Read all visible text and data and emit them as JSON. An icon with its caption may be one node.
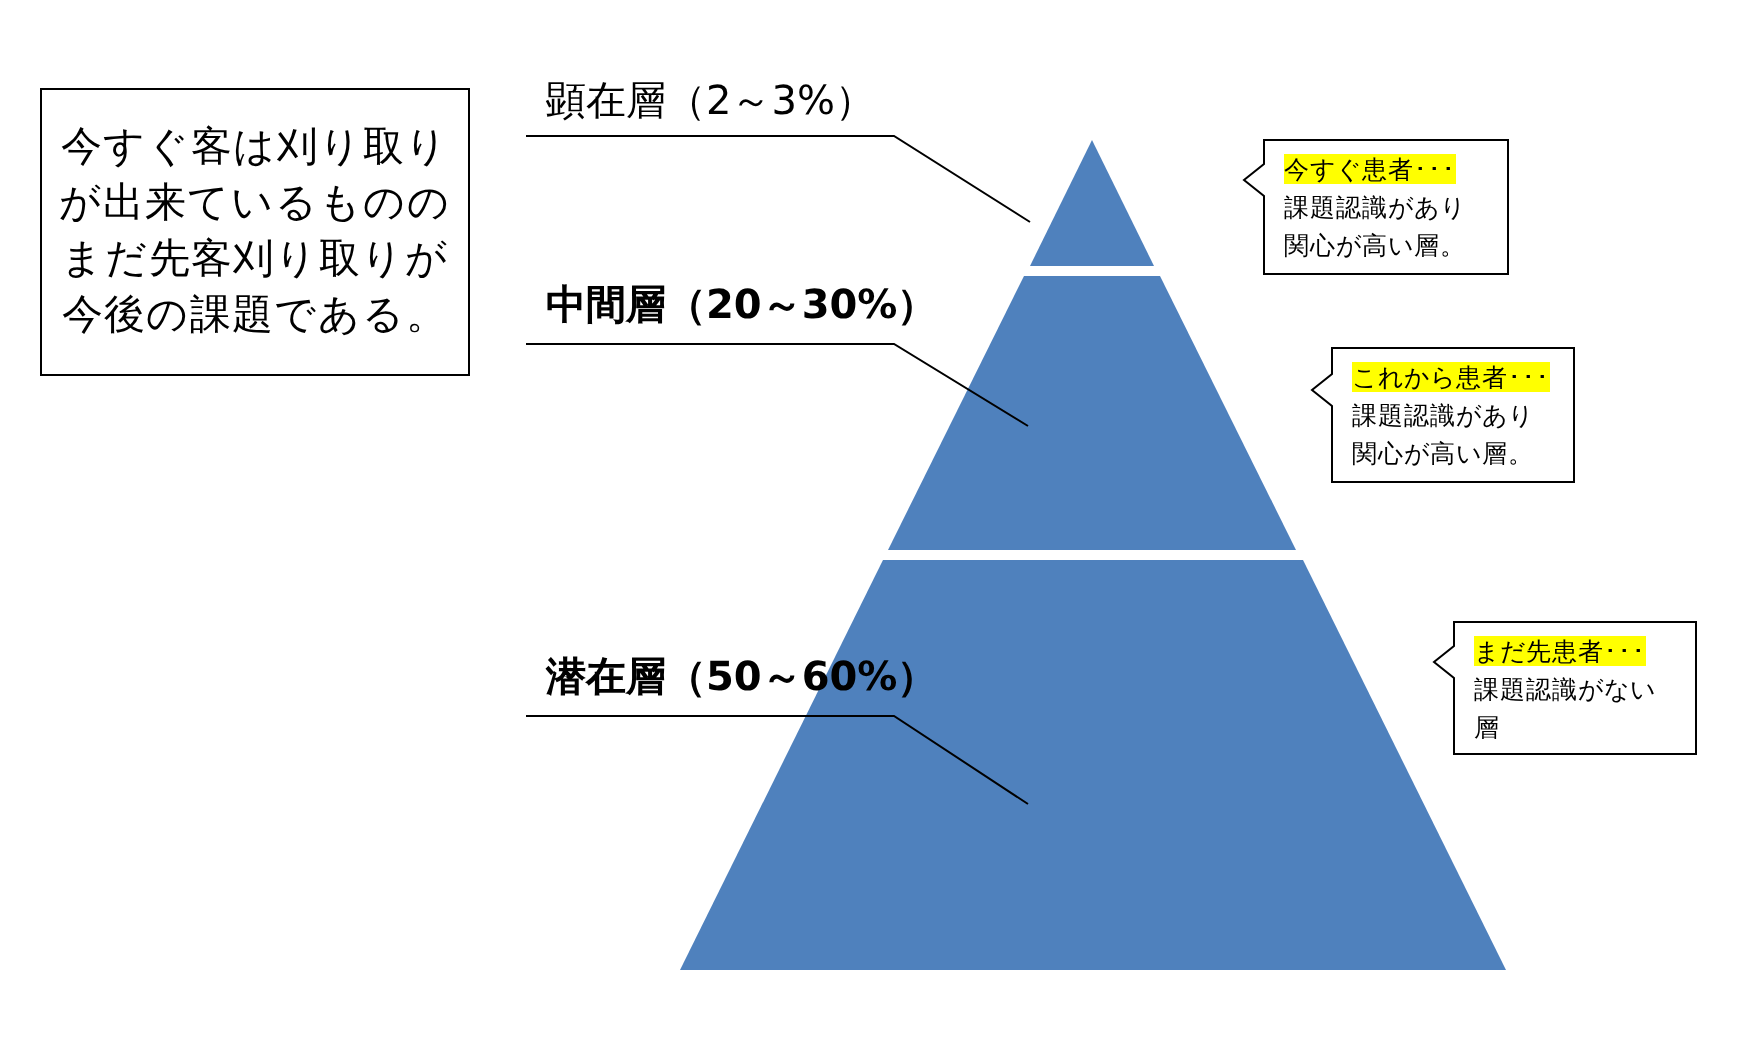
{
  "diagram": {
    "nodes": [
      {
        "text": [
          "今すぐ客は刈り取りが出来ているもののまだ先客刈り取りが今後の課題である。"
        ]
      },
      {
        "text": [
          "顕在層（2～3%）"
        ]
      },
      {
        "text": [],
        "shape": "triangle"
      },
      {
        "text": [
          "中間層（20～30%）"
        ]
      },
      {
        "text": [],
        "shape": "trapezoid"
      },
      {
        "text": [
          "潜在層（50～60%）"
        ]
      },
      {
        "text": [],
        "shape": "trapezoid"
      },
      {
        "text": [
          "今すぐ患者･･･",
          "課題認識があり関心が高い層。"
        ]
      },
      {
        "text": [
          "これから患者･･･",
          "課題認識があり関心が高い層。"
        ]
      },
      {
        "text": [
          "まだ先患者･･･",
          "課題認識がない層"
        ]
      }
    ],
    "edges": [
      {
        "from": 1,
        "to": 2,
        "arrow": "none"
      },
      {
        "from": 3,
        "to": 4,
        "arrow": "none"
      },
      {
        "from": 5,
        "to": 6,
        "arrow": "none"
      }
    ]
  }
}
